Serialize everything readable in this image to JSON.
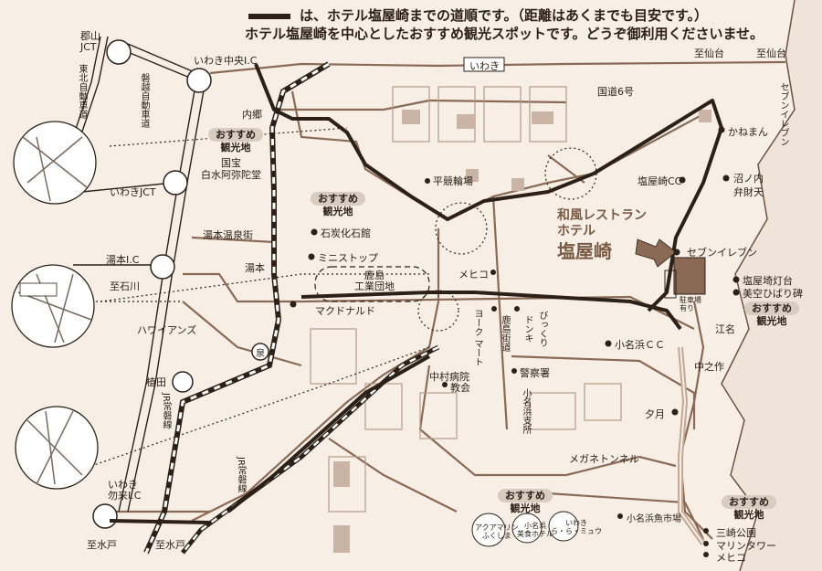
{
  "header": {
    "line1": "は、ホテル塩屋崎までの道順です。（距離はあくまでも目安です。）",
    "line2": "ホテル塩屋崎を中心としたおすすめ観光スポットです。どうぞ御利用くださいませ。"
  },
  "hotel": {
    "line1": "和風レストラン",
    "line2": "ホテル",
    "name": "塩屋崎"
  },
  "recommend": {
    "label": "おすすめ",
    "area": "観光地"
  },
  "labels": {
    "koriyama_jct": "郡山\nJCT",
    "tohoku_expwy": "東北自動車道",
    "bandai_expwy": "磐越自動車道",
    "iwaki_chuo_ic": "いわき中央I.C",
    "iwaki_jct": "いわきJCT",
    "yumoto_ic": "湯本I.C",
    "to_ishikawa": "至石川",
    "hawaiians": "ハワイアンズ",
    "ueda": "植田",
    "iwaki_nakoso_ic": "いわき\n勿来I.C",
    "to_mito_1": "至水戸",
    "to_mito_2": "至水戸",
    "to_sendai_1": "至仙台",
    "to_sendai_2": "至仙台",
    "iwaki": "いわき",
    "uchigo": "内郷",
    "shirasuamidado": "国宝\n白水阿弥陀堂",
    "yumoto_onsen": "湯本温泉街",
    "yumoto": "湯本",
    "national_route6": "国道6号",
    "taira_keirin": "平競輪場",
    "sekitan": "石炭化石館",
    "ministop": "ミニストップ",
    "kashima_industrial": "鹿島\n工業団地",
    "mcdonalds": "マクドナルド",
    "meiko": "メヒコ",
    "yorkmart": "ヨーク\nマート",
    "donkihote": "ドンキ",
    "bikkuri": "びっくり",
    "kashima_road": "鹿島街道",
    "nakamura_hospital": "中村病院",
    "church": "教会",
    "police": "警察署",
    "onahama_branch": "小名浜支所",
    "kanemama": "かねまん",
    "shioyasaki_cc": "塩屋崎CC",
    "numanouchi": "沼ノ内",
    "benzaiten": "弁財天",
    "seven_eleven": "セブンイレブン",
    "seven_eleven_v": "セブンイレブン",
    "lighthouse": "塩屋埼灯台",
    "misora": "美空ひばり碑",
    "parking": "駐車場\n有り",
    "onahama_cc": "小名浜ＣＣ",
    "ena": "江名",
    "nakanosaku": "中之作",
    "yuzuki": "夕月",
    "megane_tunnel": "メガネトンネル",
    "onahama_fish_market": "小名浜魚市場",
    "aquamarine": "アクアマリン\nふくしま",
    "onahama_hotel": "小名浜\n美食ホテル",
    "lalamew": "いわき\nら・ら・ミュウ",
    "misaki_park": "三崎公園",
    "marine_tower": "マリンタワー",
    "meiko2": "メヒコ",
    "izumi": "泉",
    "joban_line": "JR常磐線",
    "nitto_tochi": "JR常磐線"
  },
  "colors": {
    "background": "#f7efe6",
    "route": "#2b2118",
    "road": "#8b6a55",
    "badge_bg": "#d8cbc0",
    "hotel_accent": "#7a5a44"
  }
}
